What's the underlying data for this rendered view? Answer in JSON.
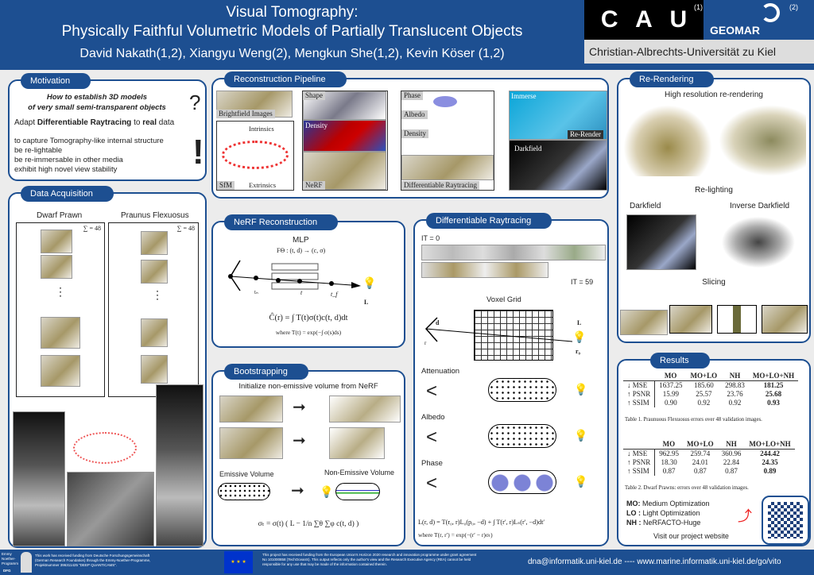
{
  "header": {
    "title_line1": "Visual Tomography:",
    "title_line2": "Physically Faithful Volumetric Models of Partially Translucent Objects",
    "authors": "David Nakath(1,2), Xiangyu Weng(2), Mengkun She(1,2), Kevin Köser (1,2)",
    "logo_cau": [
      "C",
      "A",
      "U"
    ],
    "cau_sup": "(1)",
    "geomar": "GEOMAR",
    "geomar_sup": "(2)",
    "university": "Christian-Albrechts-Universität zu Kiel"
  },
  "motivation": {
    "title": "Motivation",
    "question_line1": "How to establish 3D models",
    "question_line2": "of very small semi-transparent objects",
    "q_mark": "?",
    "adapt_pre": "Adapt ",
    "adapt_b1": "Differentiable Raytracing",
    "adapt_mid": " to ",
    "adapt_b2": "real",
    "adapt_post": " data",
    "goals": [
      "to capture Tomography-like internal structure",
      "be re-lightable",
      "be re-immersable in other media",
      "exhibit high novel view stability"
    ],
    "ex_mark": "!"
  },
  "acquisition": {
    "title": "Data Acquisition",
    "col1": "Dwarf Prawn",
    "col2": "Praunus Flexuosus",
    "count": "∑ = 48",
    "dots": "⋮"
  },
  "pipeline": {
    "title": "Reconstruction Pipeline",
    "brightfield": "Brightfield Images",
    "intrinsics": "Intrinsics",
    "extrinsics": "Extrinsics",
    "sfm": "SfM",
    "shape": "Shape",
    "density": "Density",
    "nerf": "NeRF",
    "phase": "Phase",
    "albedo": "Albedo",
    "density2": "Density",
    "diffrt": "Differentiable Raytracing",
    "immerse": "Immerse",
    "rerender": "Re-Render",
    "darkfield": "Darkfield"
  },
  "nerf": {
    "title": "NeRF Reconstruction",
    "mlp": "MLP",
    "mlp_fn": "FΘ : (t, d) → (c, σ)",
    "tn": "tₙ",
    "t": "t",
    "tf": "t_f",
    "L": "L",
    "eq": "Ĉ(r) = ∫ T(t)σ(t)c(t, d)dt",
    "where": "where T(t) = exp(−∫ σ(s)ds)"
  },
  "bootstrap": {
    "title": "Bootstrapping",
    "subtitle": "Initialize non-emissive volume from NeRF",
    "emissive": "Emissive Volume",
    "nonemissive": "Non-Emissive Volume",
    "eq": "σₜ = σ(t) ( L − 1/n ∑θ ∑φ c(t, d) )"
  },
  "diffrt": {
    "title": "Differentiable Raytracing",
    "it0": "IT = 0",
    "it59": "IT = 59",
    "voxel": "Voxel Grid",
    "d": "d",
    "r": "r",
    "L": "L",
    "r0": "r₀",
    "attenuation": "Attenuation",
    "albedo": "Albedo",
    "phase": "Phase",
    "eq": "L(r, d) = T(r₀, r)L₀(p₀, −d) + ∫ T(r′, r)Lₛ(r′, −d)dt′",
    "where": "where T(r, r′) = exp(−(r′ − r)σₜ)"
  },
  "rerender": {
    "title": "Re-Rendering",
    "hires": "High resolution re-rendering",
    "relight": "Re-lighting",
    "darkfield": "Darkfield",
    "inverse": "Inverse Darkfield",
    "slicing": "Slicing"
  },
  "results": {
    "title": "Results",
    "headers": [
      "",
      "MO",
      "MO+LO",
      "NH",
      "MO+LO+NH"
    ],
    "table1": [
      [
        "↓ MSE",
        "1637.25",
        "185.60",
        "298.83",
        "181.25"
      ],
      [
        "↑ PSNR",
        "15.99",
        "25.57",
        "23.76",
        "25.68"
      ],
      [
        "↑ SSIM",
        "0.90",
        "0.92",
        "0.92",
        "0.93"
      ]
    ],
    "caption1": "Table 1. Praunuous Flexuosus errors over 48 validation images.",
    "table2": [
      [
        "↓ MSE",
        "962.95",
        "259.74",
        "360.96",
        "244.42"
      ],
      [
        "↑ PSNR",
        "18.30",
        "24.01",
        "22.84",
        "24.35"
      ],
      [
        "↑ SSIM",
        "0.87",
        "0.87",
        "0.87",
        "0.89"
      ]
    ],
    "caption2": "Table 2. Dwarf Prawns: errors over 48 validation images.",
    "legend": [
      {
        "k": "MO:",
        "v": "Medium Optimization"
      },
      {
        "k": "LO :",
        "v": "Light Optimization"
      },
      {
        "k": "NH :",
        "v": "NeRFACTO-Huge"
      }
    ],
    "website": "Visit our project website"
  },
  "footer": {
    "emmy": "Emmy Noether-Programm",
    "dfg": "DFG",
    "dfg_text": "This work has received funding from Deutsche Forschungsgemeinschaft (German Research Foundation) through the Emmy-Noether-Programme, Projektnummer 396311425 \"DEEP QUANTICAMS\".",
    "eu_text": "This project has received funding from the European Union's Horizon 2020 research and innovation programme under grant agreement No 101000858 (TechOceanS). This output reflects only the author's view and the Research Executive Agency (REA) cannot be held responsible for any use that may be made of the information contained therein.",
    "contact": "dna@informatik.uni-kiel.de ---- www.marine.informatik.uni-kiel.de/go/vito"
  }
}
